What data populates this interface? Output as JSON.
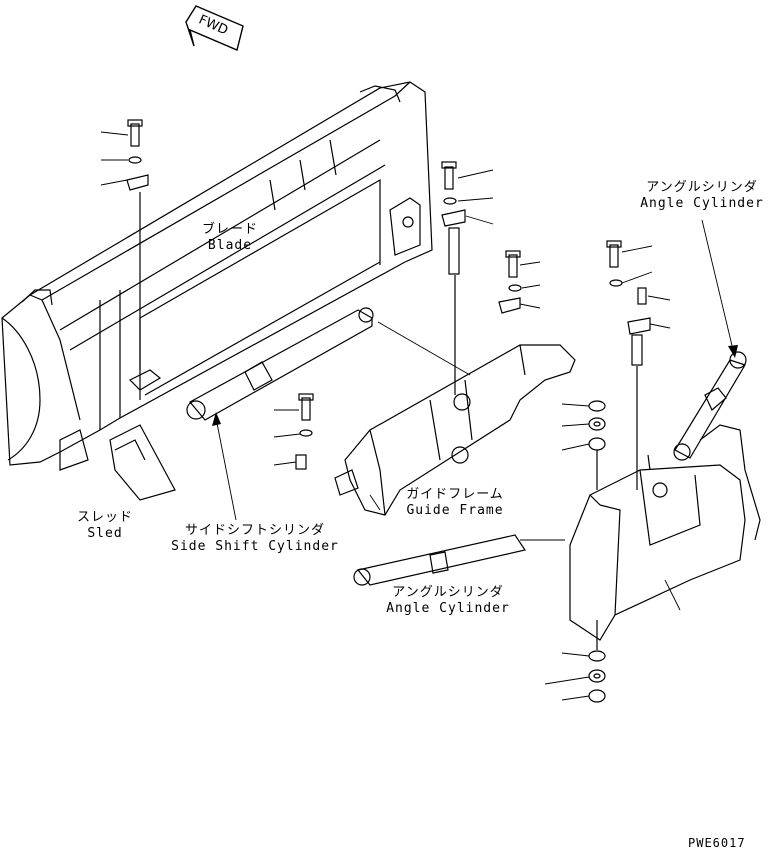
{
  "fwd_label": "FWD",
  "labels": {
    "blade": {
      "jp": "ブレード",
      "en": "Blade"
    },
    "sled": {
      "jp": "スレッド",
      "en": "Sled"
    },
    "side_shift_cylinder": {
      "jp": "サイドシフトシリンダ",
      "en": "Side Shift Cylinder"
    },
    "guide_frame": {
      "jp": "ガイドフレーム",
      "en": "Guide Frame"
    },
    "angle_cylinder_lower": {
      "jp": "アングルシリンダ",
      "en": "Angle Cylinder"
    },
    "angle_cylinder_upper": {
      "jp": "アングルシリンダ",
      "en": "Angle Cylinder"
    }
  },
  "figure_code": "PWE6017"
}
